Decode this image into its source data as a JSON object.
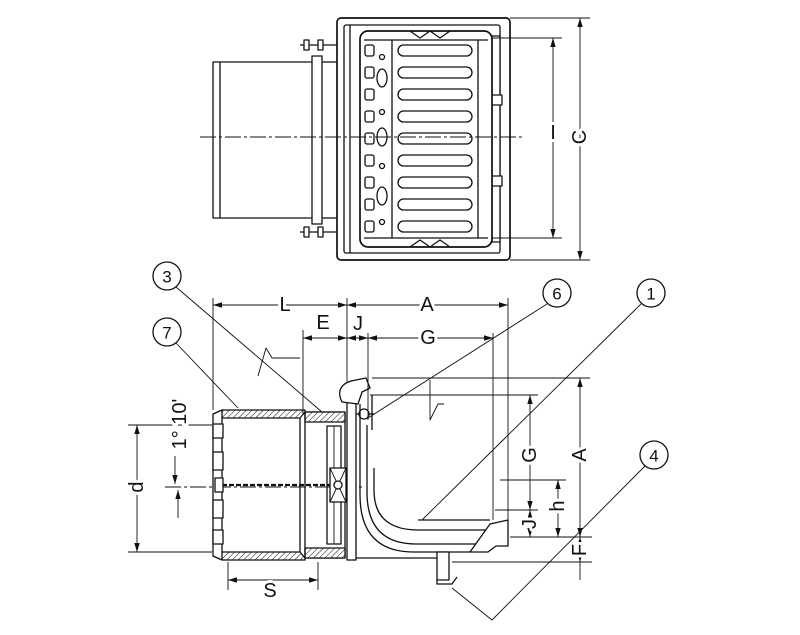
{
  "colors": {
    "line": "#111111",
    "paper": "#ffffff"
  },
  "plan_view": {
    "dimensions": {
      "I": "I",
      "C": "C"
    }
  },
  "section_view": {
    "dimensions": {
      "L": "L",
      "A_top": "A",
      "E": "E",
      "J_top": "J",
      "G_top": "G",
      "G_side": "G",
      "A_side": "A",
      "h": "h",
      "J_side": "J",
      "F": "F",
      "d": "d",
      "S": "S"
    },
    "angle_label": "1° 10'"
  },
  "callouts": {
    "c3": "3",
    "c6": "6",
    "c1": "1",
    "c7": "7",
    "c4": "4"
  }
}
